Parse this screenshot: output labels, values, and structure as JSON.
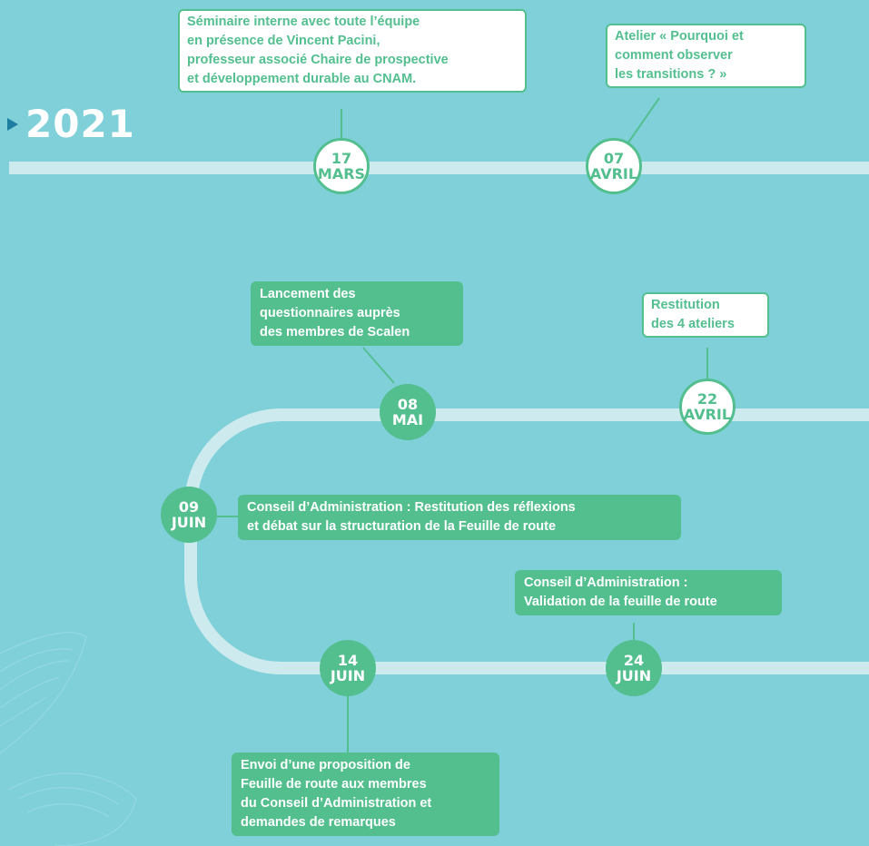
{
  "year": "2021",
  "events": [
    {
      "day": "17",
      "month": "MARS",
      "text": [
        "Séminaire interne avec toute l’équipe",
        "en présence de Vincent Pacini,",
        "professeur associé Chaire de prospective",
        "et développement durable au CNAM."
      ]
    },
    {
      "day": "07",
      "month": "AVRIL",
      "text": [
        "Atelier « Pourquoi et",
        "comment observer",
        "les transitions ? »"
      ]
    },
    {
      "day": "22",
      "month": "AVRIL",
      "text": [
        "Restitution",
        "des 4 ateliers"
      ]
    },
    {
      "day": "08",
      "month": "MAI",
      "text": [
        "Lancement des",
        "questionnaires auprès",
        "des membres de Scalen"
      ]
    },
    {
      "day": "09",
      "month": "JUIN",
      "text": [
        "Conseil d’Administration : Restitution des réflexions",
        "et débat sur la structuration de la Feuille de route"
      ]
    },
    {
      "day": "14",
      "month": "JUIN",
      "text": [
        "Envoi d’une proposition de",
        "Feuille de route aux membres",
        "du Conseil d’Administration et",
        "demandes de remarques"
      ]
    },
    {
      "day": "24",
      "month": "JUIN",
      "text": [
        "Conseil d’Administration :",
        "Validation de la feuille de route"
      ]
    }
  ],
  "colors": {
    "background": "#7fd0d9",
    "track": "#cdebef",
    "accent_green": "#53bf8f",
    "arrow_blue": "#1e7e9f"
  }
}
